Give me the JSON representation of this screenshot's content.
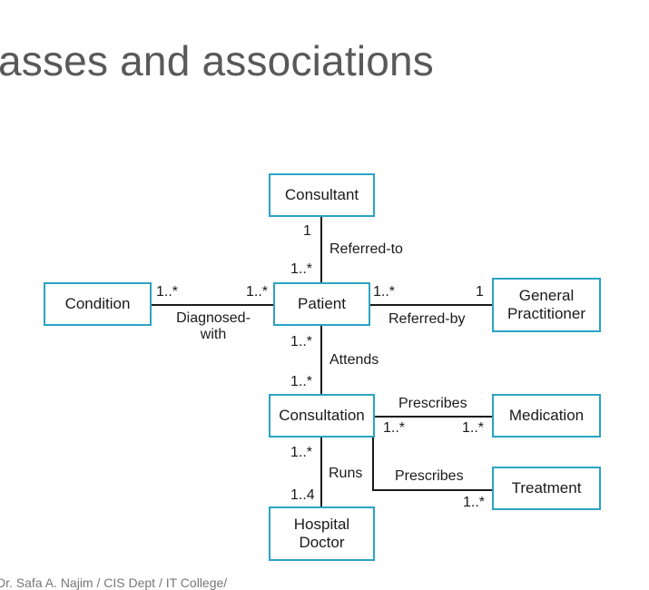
{
  "slide": {
    "title": "asses and associations",
    "footer": "Dr. Safa A. Najim / CIS Dept / IT College/"
  },
  "classes": {
    "consultant": "Consultant",
    "condition": "Condition",
    "patient": "Patient",
    "gp_line1": "General",
    "gp_line2": "Practitioner",
    "consultation": "Consultation",
    "medication": "Medication",
    "treatment": "Treatment",
    "hospital_line1": "Hospital",
    "hospital_line2": "Doctor"
  },
  "associations": {
    "referred_to": "Referred-to",
    "diagnosed_line1": "Diagnosed-",
    "diagnosed_line2": "with",
    "referred_by": "Referred-by",
    "attends": "Attends",
    "prescribes_medication": "Prescribes",
    "runs": "Runs",
    "prescribes_treatment": "Prescribes"
  },
  "multiplicities": {
    "consultant_end": "1",
    "patient_top": "1..*",
    "condition_end": "1..*",
    "patient_left": "1..*",
    "patient_right": "1..*",
    "gp_end": "1",
    "patient_bottom": "1..*",
    "consultation_top": "1..*",
    "consultation_medication": "1..*",
    "medication_end": "1..*",
    "consultation_bottom": "1..*",
    "hospital_end": "1..4",
    "treatment_end": "1..*"
  }
}
